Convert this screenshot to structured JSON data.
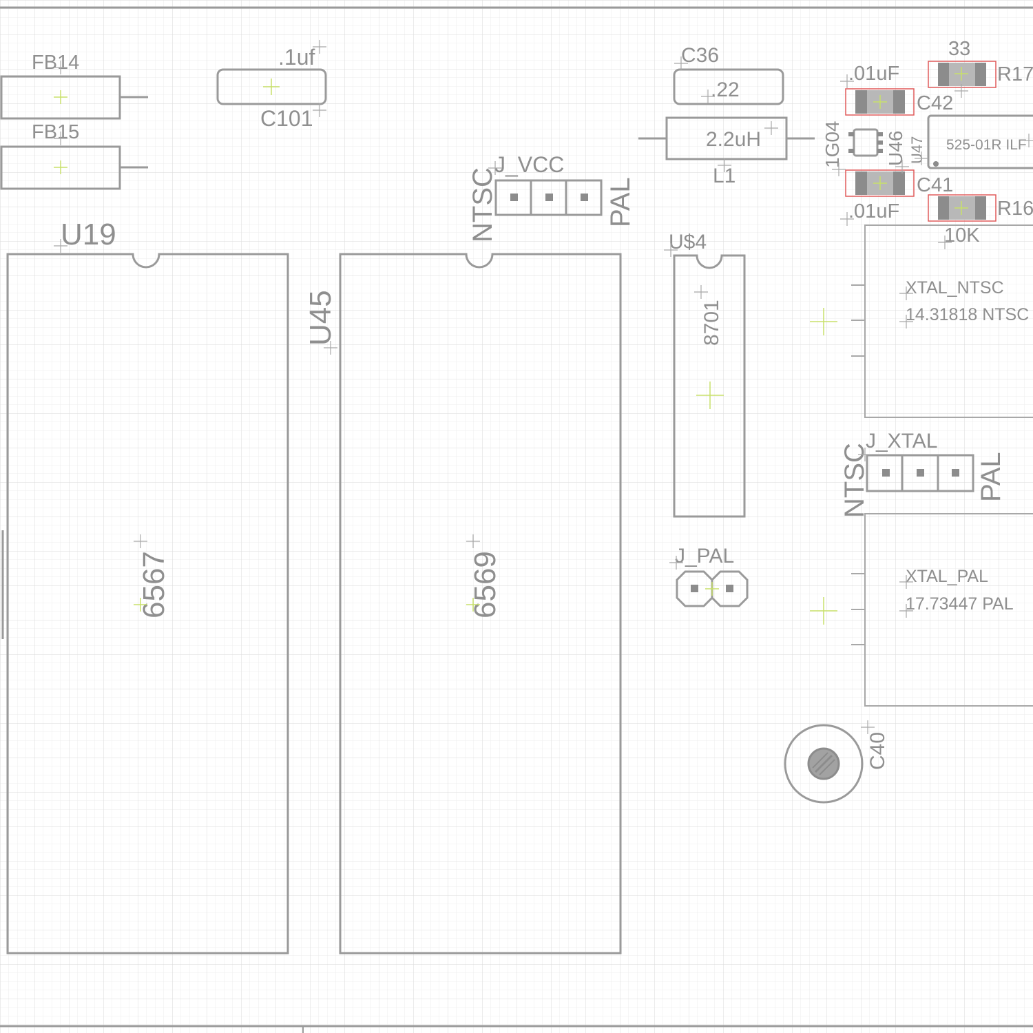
{
  "background": "#ffffff",
  "colors": {
    "grid_minor": "#ececec",
    "grid_major": "#dadada",
    "outline": "#9a9a9a",
    "label": "#8f8f8f",
    "pad_highlight": "#e05a5a",
    "origin_marker": "#c8e06a"
  },
  "parts": {
    "fb14": {
      "name": "FB14"
    },
    "fb15": {
      "name": "FB15"
    },
    "c101": {
      "value": ".1uf",
      "name": "C101"
    },
    "c36": {
      "name": "C36",
      "value": ".22"
    },
    "l1": {
      "value": "2.2uH",
      "name": "L1"
    },
    "c42": {
      "value": ".01uF",
      "name": "C42"
    },
    "c41": {
      "name": "C41",
      "value": ".01uF"
    },
    "r17": {
      "value": "33",
      "name": "R17"
    },
    "r16": {
      "name": "R16",
      "value": "10K"
    },
    "u46": {
      "name": "U46",
      "value": "1G04"
    },
    "u47": {
      "name": "U47",
      "value": "525-01R ILF"
    },
    "j_vcc": {
      "name": "J_VCC",
      "left": "NTSC",
      "right": "PAL"
    },
    "u19": {
      "name": "U19",
      "value": "6567"
    },
    "u45": {
      "name": "U45",
      "value": "6569"
    },
    "u4": {
      "name": "U$4",
      "value": "8701"
    },
    "xtal_ntsc": {
      "name": "XTAL_NTSC",
      "value": "14.31818 NTSC"
    },
    "j_xtal": {
      "name": "J_XTAL",
      "left": "NTSC",
      "right": "PAL"
    },
    "xtal_pal": {
      "name": "XTAL_PAL",
      "value": "17.73447 PAL"
    },
    "j_pal": {
      "name": "J_PAL"
    },
    "c40": {
      "name": "C40"
    }
  }
}
